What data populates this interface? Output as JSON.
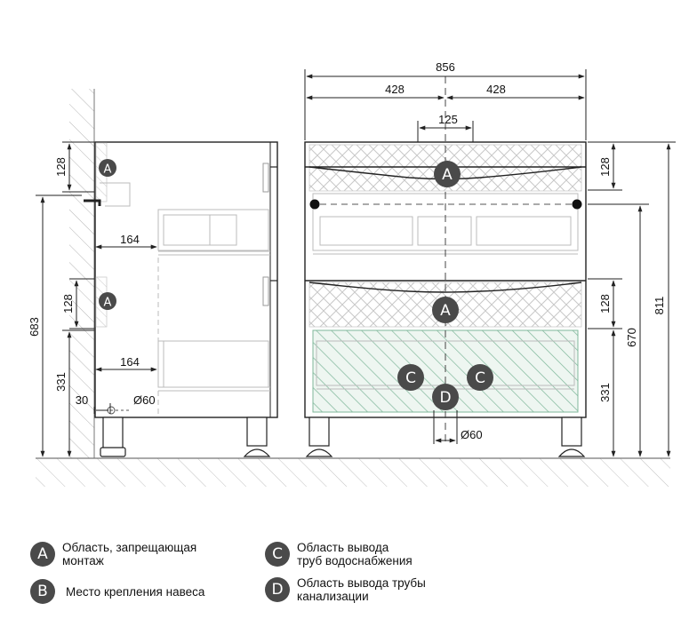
{
  "colors": {
    "line": "#222222",
    "light_line": "#b8b8b8",
    "badge": "#4a4a4a",
    "badge_text": "#ffffff",
    "hatch_green": "#7fb79a",
    "zone_fill": "#eef6f1",
    "cross_hatch": "#c8c8c8"
  },
  "side_view": {
    "dims": {
      "top_zone": "128",
      "total_height": "683",
      "mid_zone": "128",
      "lower_height": "331",
      "depth_top": "164",
      "depth_bottom": "164",
      "wall_offset": "30",
      "pipe_diameter": "Ø60"
    },
    "markers": {
      "upper": "A",
      "lower": "A"
    }
  },
  "front_view": {
    "dims": {
      "width_total": "856",
      "half_left": "428",
      "half_right": "428",
      "center_zone": "125",
      "top_zone": "128",
      "mid_zone": "128",
      "lower_height": "331",
      "mount_height": "670",
      "total_height": "811",
      "pipe_diameter": "Ø60"
    },
    "markers": {
      "top": "A",
      "middle": "A",
      "water_left": "C",
      "water_right": "C",
      "drain": "D"
    }
  },
  "legend": [
    {
      "badge": "A",
      "icon": "badge-a-icon",
      "lines": [
        "Область, запрещающая",
        "монтаж"
      ]
    },
    {
      "badge": "B",
      "icon": "badge-b-icon",
      "lines": [
        "Место крепления навеса"
      ]
    },
    {
      "badge": "C",
      "icon": "badge-c-icon",
      "lines": [
        "Область вывода",
        "труб водоснабжения"
      ]
    },
    {
      "badge": "D",
      "icon": "badge-d-icon",
      "lines": [
        "Область вывода трубы",
        "канализации"
      ]
    }
  ]
}
